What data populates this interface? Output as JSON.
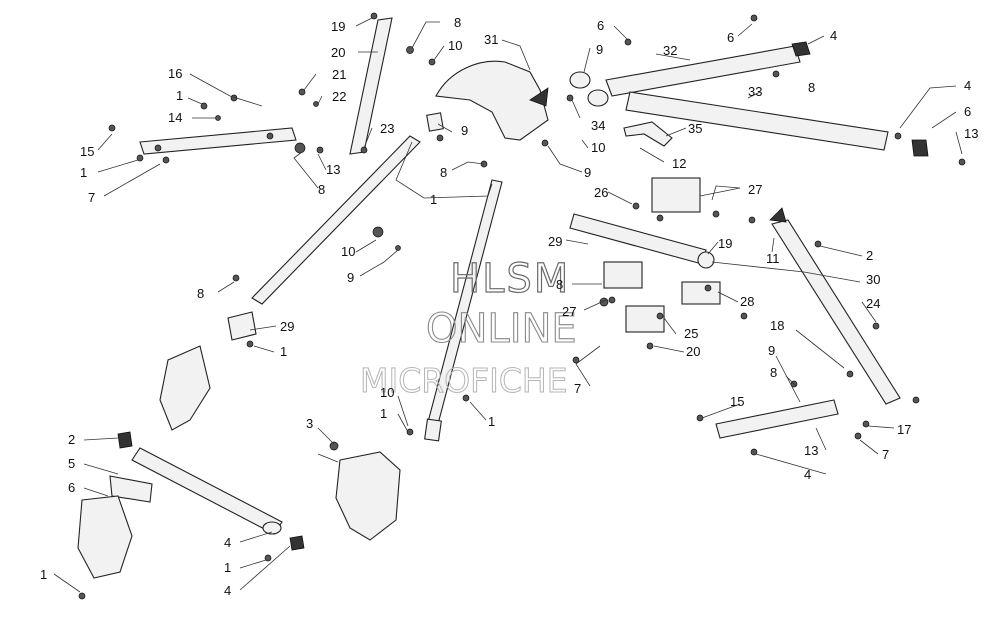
{
  "watermark": {
    "line1": "HLSM",
    "line2": "ONLINE",
    "line3": "MICROFICHE"
  },
  "callouts": [
    "19",
    "8",
    "20",
    "10",
    "31",
    "6",
    "9",
    "32",
    "6",
    "4",
    "21",
    "22",
    "16",
    "1",
    "14",
    "23",
    "9",
    "8",
    "33",
    "8",
    "4",
    "6",
    "13",
    "15",
    "1",
    "7",
    "13",
    "8",
    "10",
    "9",
    "34",
    "35",
    "12",
    "1",
    "26",
    "27",
    "29",
    "8",
    "19",
    "11",
    "2",
    "10",
    "9",
    "8",
    "29",
    "1",
    "27",
    "28",
    "20",
    "25",
    "30",
    "24",
    "7",
    "18",
    "9",
    "8",
    "10",
    "1",
    "1",
    "15",
    "17",
    "13",
    "7",
    "4",
    "3",
    "2",
    "5",
    "6",
    "4",
    "1"
  ]
}
